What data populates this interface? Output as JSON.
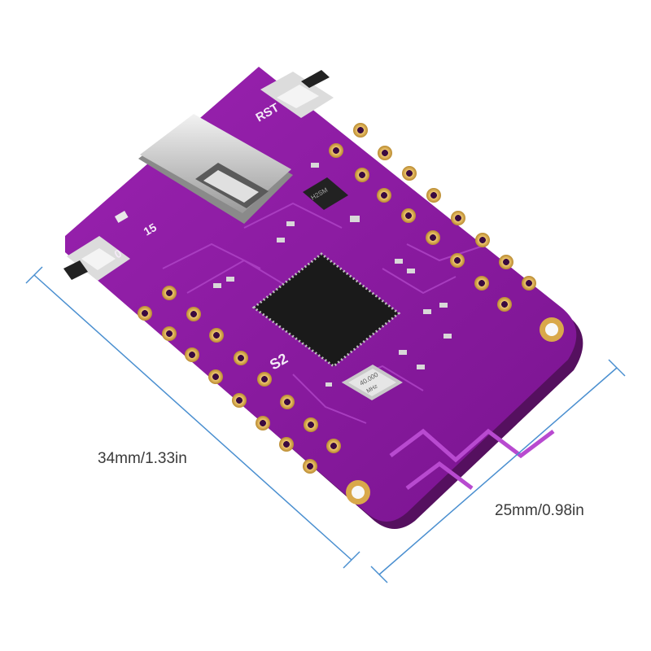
{
  "product": {
    "dimensions": {
      "length_label": "34mm/1.33in",
      "width_label": "25mm/0.98in"
    },
    "silkscreen": {
      "reset_label": "RST",
      "gpio0_label": "0",
      "gpio15_label": "15",
      "chip_label": "S2",
      "crystal_label": "40.000",
      "crystal_unit": "MHz",
      "regulator_label": "H2SM"
    },
    "colors": {
      "pcb": "#8a1aa0",
      "pad_gold": "#d9a84a",
      "dimension_line": "#4a8fd0"
    }
  }
}
